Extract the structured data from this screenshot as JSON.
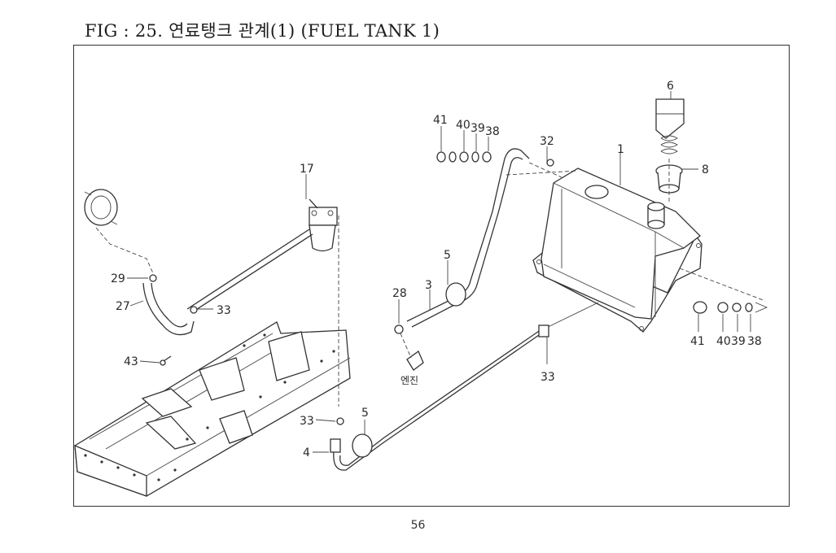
{
  "title": "FIG : 25. 연료탱크 관계(1) (FUEL TANK 1)",
  "page_number": "56",
  "callouts": {
    "c1": "1",
    "c6": "6",
    "c8": "8",
    "c17": "17",
    "c32": "32",
    "c41a": "41",
    "c40a": "40",
    "c39a": "39",
    "c38a": "38",
    "c41b": "41",
    "c40b": "40",
    "c39b": "39",
    "c38b": "38",
    "c29": "29",
    "c27": "27",
    "c33a": "33",
    "c43": "43",
    "c5a": "5",
    "c3": "3",
    "c28": "28",
    "c33b": "33",
    "c33c": "33",
    "c5b": "5",
    "c4": "4",
    "engine_label": "엔진"
  }
}
